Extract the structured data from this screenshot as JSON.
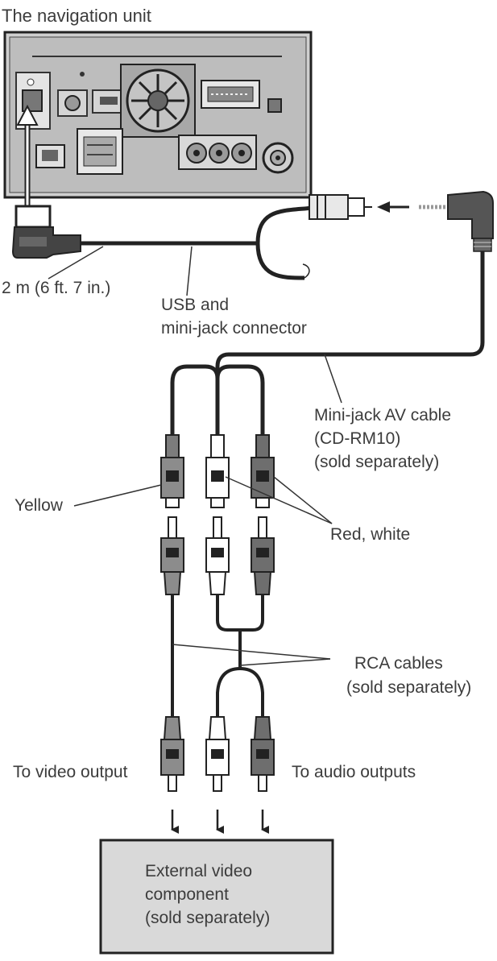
{
  "diagram": {
    "unit_title": "The navigation unit",
    "cable_length": "2 m (6 ft. 7 in.)",
    "usb_connector_line1": "USB and",
    "usb_connector_line2": "mini-jack connector",
    "av_cable_line1": "Mini-jack AV cable",
    "av_cable_line2": "(CD-RM10)",
    "av_cable_line3": "(sold separately)",
    "yellow": "Yellow",
    "red_white": "Red, white",
    "rca_line1": "RCA cables",
    "rca_line2": "(sold separately)",
    "to_video": "To video output",
    "to_audio": "To audio outputs",
    "ext_line1": "External video",
    "ext_line2": "component",
    "ext_line3": "(sold separately)"
  },
  "colors": {
    "yellow_plug": "#8c8c8c",
    "white_plug": "#ffffff",
    "red_plug": "#6e6e6e",
    "box_fill": "#d9d9d9",
    "unit_fill": "#bfbfbf"
  }
}
